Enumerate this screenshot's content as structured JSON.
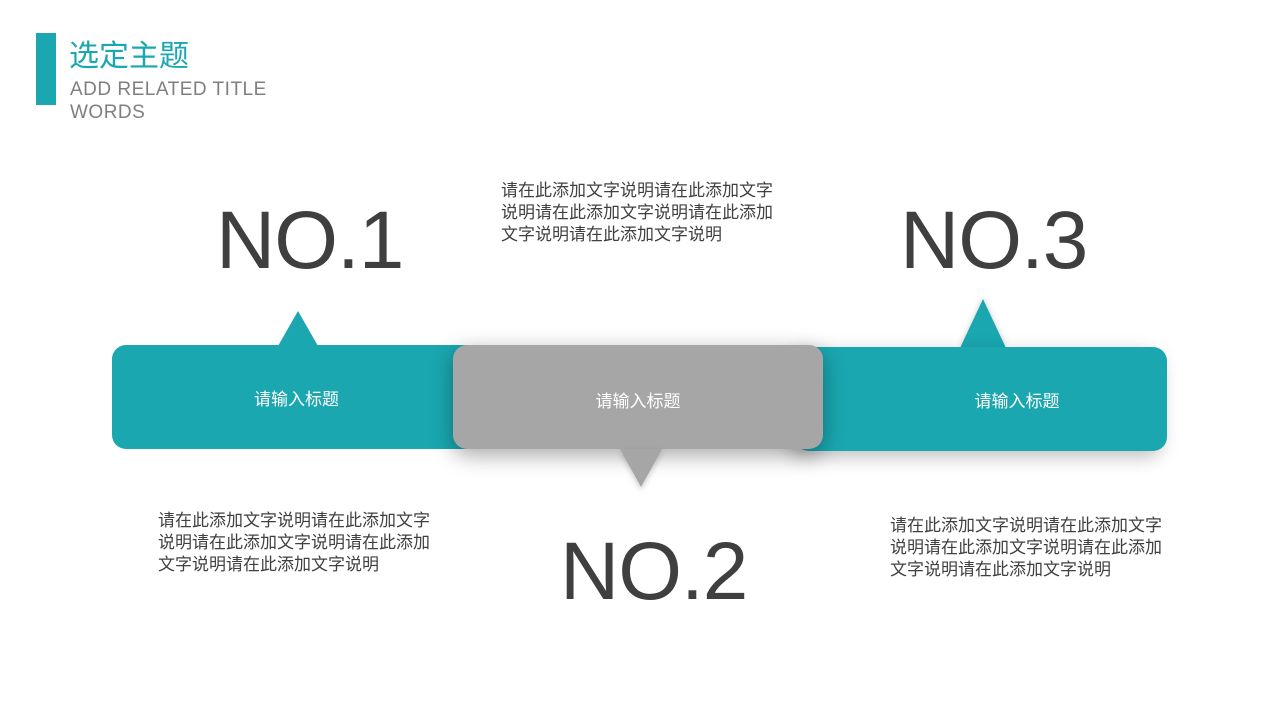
{
  "header": {
    "title": "选定主题",
    "subtitle": "ADD RELATED TITLE WORDS"
  },
  "items": [
    {
      "number": "NO.1",
      "banner_label": "请输入标题",
      "description": "请在此添加文字说明请在此添加文字说明请在此添加文字说明请在此添加文字说明请在此添加文字说明"
    },
    {
      "number": "NO.2",
      "banner_label": "请输入标题",
      "description": "请在此添加文字说明请在此添加文字说明请在此添加文字说明请在此添加文字说明请在此添加文字说明"
    },
    {
      "number": "NO.3",
      "banner_label": "请输入标题",
      "description": "请在此添加文字说明请在此添加文字说明请在此添加文字说明请在此添加文字说明请在此添加文字说明"
    }
  ],
  "colors": {
    "accent": "#1aa7b0",
    "gray_banner": "#a6a6a6",
    "number_text": "#3f3f3f",
    "subtitle_text": "#7f7f7f"
  }
}
